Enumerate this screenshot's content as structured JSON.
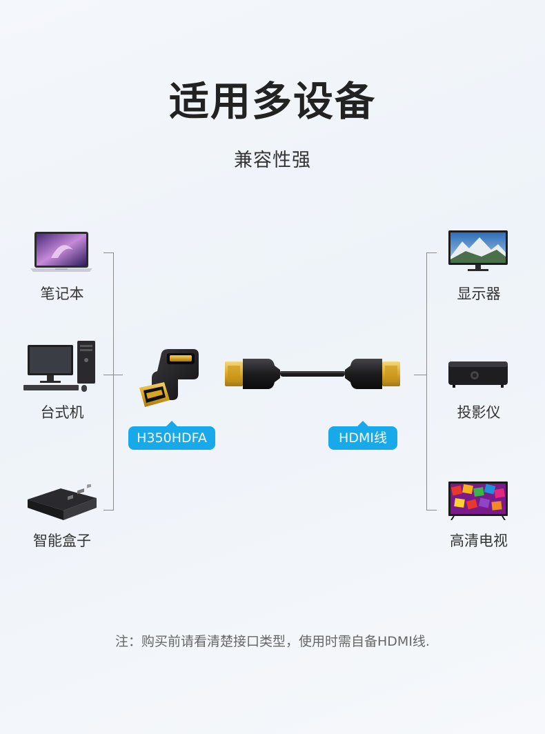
{
  "header": {
    "title": "适用多设备",
    "subtitle": "兼容性强"
  },
  "left_devices": [
    {
      "label": "笔记本",
      "icon": "laptop-icon"
    },
    {
      "label": "台式机",
      "icon": "desktop-pc-icon"
    },
    {
      "label": "智能盒子",
      "icon": "smart-box-icon"
    }
  ],
  "right_devices": [
    {
      "label": "显示器",
      "icon": "monitor-icon"
    },
    {
      "label": "投影仪",
      "icon": "projector-icon"
    },
    {
      "label": "高清电视",
      "icon": "hdtv-icon"
    }
  ],
  "products": {
    "adapter_badge": "H350HDFA",
    "cable_badge": "HDMI线"
  },
  "footer": {
    "note": "注：购买前请看清楚接口类型，使用时需自备HDMI线."
  },
  "colors": {
    "badge": "#18a9ea",
    "connector_gold": "#d9a520",
    "plastic_black": "#1c1c1e"
  }
}
